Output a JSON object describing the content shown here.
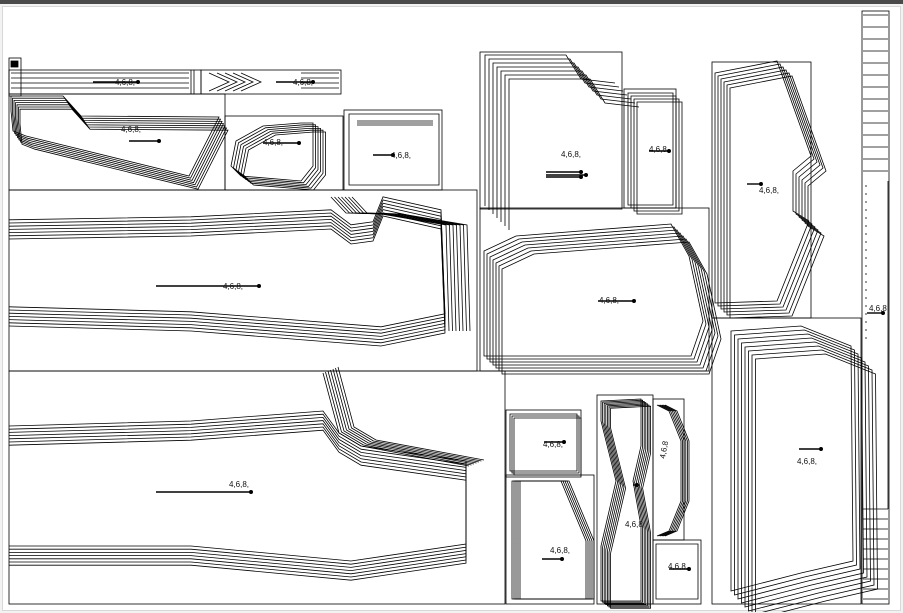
{
  "marker": {
    "size_label": "4,6,8,",
    "size_label_short": "4,6,8",
    "pieces": [
      "small-notch-box",
      "waistband-strip",
      "diagonal-strip",
      "pocket-bag",
      "round-pocket",
      "patch-square",
      "front-pant-leg",
      "back-pant-leg",
      "upper-yoke",
      "narrow-facing",
      "side-panel",
      "sleeve-piece",
      "lower-right-panel",
      "small-square-lower",
      "mid-small-panel",
      "crotch-curve-piece",
      "curved-strip",
      "tiny-label-piece",
      "binding-strip"
    ]
  },
  "colors": {
    "ink": "#000000",
    "paper": "#ffffff",
    "frame": "#4a4a4a"
  }
}
